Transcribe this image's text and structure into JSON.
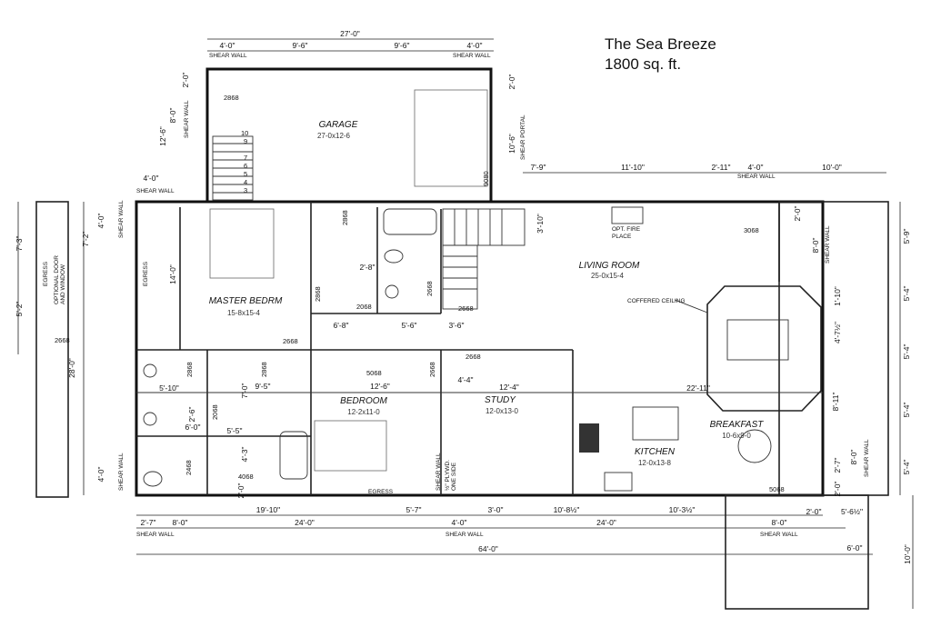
{
  "title": {
    "name": "The Sea Breeze",
    "area": "1800 sq. ft."
  },
  "rooms": [
    {
      "name": "GARAGE",
      "size": "27-0x12-6"
    },
    {
      "name": "MASTER BEDRM",
      "size": "15-8x15-4"
    },
    {
      "name": "BEDROOM",
      "size": "12-2x11-0"
    },
    {
      "name": "STUDY",
      "size": "12-0x13-0"
    },
    {
      "name": "LIVING ROOM",
      "size": "25-0x15-4"
    },
    {
      "name": "KITCHEN",
      "size": "12-0x13-8"
    },
    {
      "name": "BREAKFAST",
      "size": "10-6x9-0"
    }
  ],
  "notes": {
    "shear_wall": "SHEAR WALL",
    "shear_portal": "SHEAR PORTAL",
    "egress": "EGRESS",
    "fireplace_1": "OPT. FIRE",
    "fireplace_2": "PLACE",
    "coffered": "COFFERED CEILING",
    "optional_1": "OPTIONAL DOOR",
    "optional_2": "AND WINDOW",
    "plywd_1": "½\" PLYWD.",
    "plywd_2": "ONE SIDE"
  },
  "doors": [
    "2868",
    "9080",
    "2868",
    "2868",
    "2068",
    "2668",
    "2668",
    "2668",
    "2868",
    "2868",
    "2068",
    "2468",
    "2668",
    "5068",
    "2668",
    "3068",
    "5068",
    "2668",
    "4068"
  ],
  "stair_steps": [
    "10",
    "9",
    "7",
    "6",
    "5",
    "4",
    "3"
  ],
  "dims": {
    "top": [
      "27'-0\"",
      "4'-0\"",
      "9'-6\"",
      "9'-6\"",
      "4'-0\""
    ],
    "upper": [
      "7'-9\"",
      "11'-10\"",
      "2'-11\"",
      "4'-0\"",
      "10'-0\""
    ],
    "bottom1": [
      "19'-10\"",
      "5'-7\"",
      "3'-0\"",
      "10'-8½\"",
      "10'-3½\"",
      "2'-0\"",
      "5'-6½\""
    ],
    "bottom2": [
      "2'-7\"",
      "8'-0\"",
      "24'-0\"",
      "4'-0\"",
      "24'-0\"",
      "8'-0\""
    ],
    "bottom3": [
      "64'-0\"",
      "6'-0\"",
      "10'-0\""
    ],
    "right": [
      "5'-9\"",
      "5'-4\"",
      "5'-4\"",
      "5'-4\"",
      "5'-4\"",
      "2'-0\"",
      "8'-0\"",
      "1'-10\"",
      "4'-7½\"",
      "8'-11\"",
      "2'-7\"",
      "8'-0\"",
      "2'-0\"",
      "22'-11\""
    ],
    "left": [
      "7'-3\"",
      "5'-2\"",
      "7'-2\"",
      "4'-0\"",
      "28'-0\"",
      "4'-0\"",
      "12'-6\"",
      "8'-0\"",
      "2'-0\"",
      "14'-0\"",
      "2'-0\"",
      "10'-6\"",
      "3'-10\"",
      "4'-0\""
    ],
    "interior": [
      "2'-8\"",
      "6'-8\"",
      "5'-6\"",
      "3'-6\"",
      "5'-10\"",
      "7'-0\"",
      "9'-5\"",
      "2'-6\"",
      "6'-0\"",
      "5'-5\"",
      "4'-3\"",
      "12'-6\"",
      "4'-4\"",
      "12'-4\"",
      "2'-0\""
    ]
  }
}
